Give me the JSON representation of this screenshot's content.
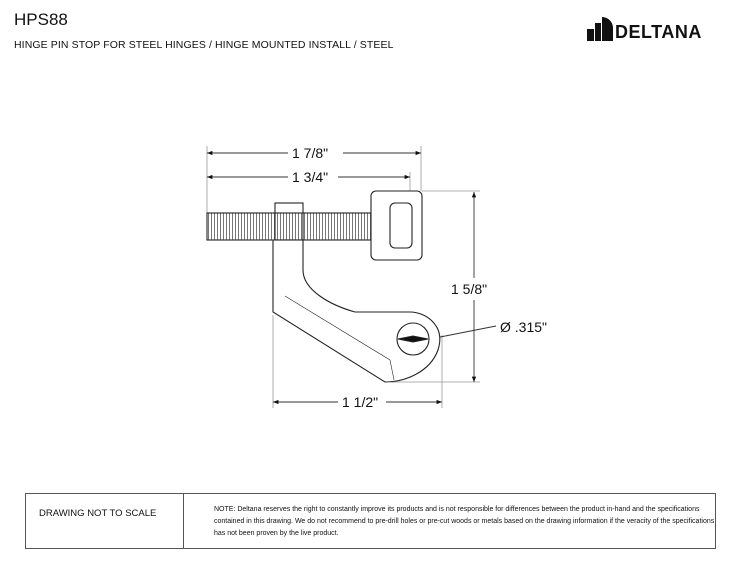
{
  "header": {
    "product_code": "HPS88",
    "description": "HINGE PIN STOP FOR STEEL HINGES / HINGE MOUNTED INSTALL /  STEEL",
    "brand": "DELTANA"
  },
  "drawing": {
    "dimensions": {
      "overall_length": "1 7/8\"",
      "thread_length": "1 3/4\"",
      "height": "1 5/8\"",
      "hole_diameter": "Ø .315\"",
      "arm_width": "1 1/2\""
    }
  },
  "footer": {
    "scale_note": "DRAWING NOT TO SCALE",
    "disclaimer": "NOTE: Deltana reserves the right to constantly improve its products and is not responsible for differences between the product in-hand and the specifications contained in this drawing.  We do not recommend to pre-drill holes or pre-cut woods or metals based on the drawing information if the veracity of the specifications has not been proven by the live product."
  }
}
